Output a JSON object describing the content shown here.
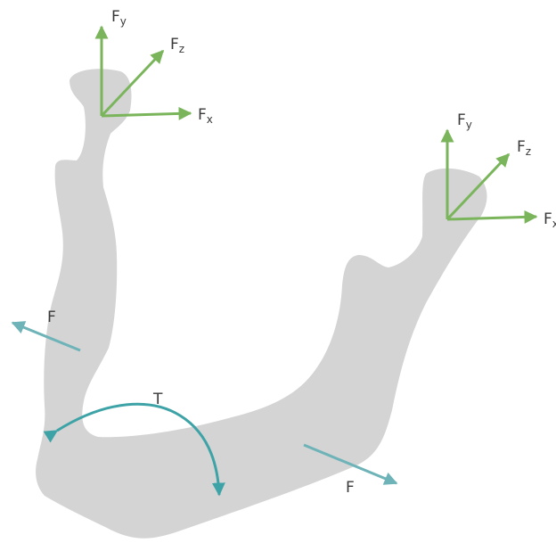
{
  "colors": {
    "bone": "#d4d4d5",
    "axis_arrow": "#7ab55c",
    "force_arrow": "#6db3b8",
    "torque_arrow": "#3ea3a6",
    "text": "#3a3a3a"
  },
  "left_condyle_axes": {
    "fy": {
      "main": "F",
      "sub": "y"
    },
    "fz": {
      "main": "F",
      "sub": "z"
    },
    "fx": {
      "main": "F",
      "sub": "x"
    }
  },
  "right_condyle_axes": {
    "fy": {
      "main": "F",
      "sub": "y"
    },
    "fz": {
      "main": "F",
      "sub": "z"
    },
    "fx": {
      "main": "F",
      "sub": "x"
    }
  },
  "left_force": {
    "label": "F"
  },
  "right_force": {
    "label": "F"
  },
  "torque": {
    "label": "T"
  }
}
